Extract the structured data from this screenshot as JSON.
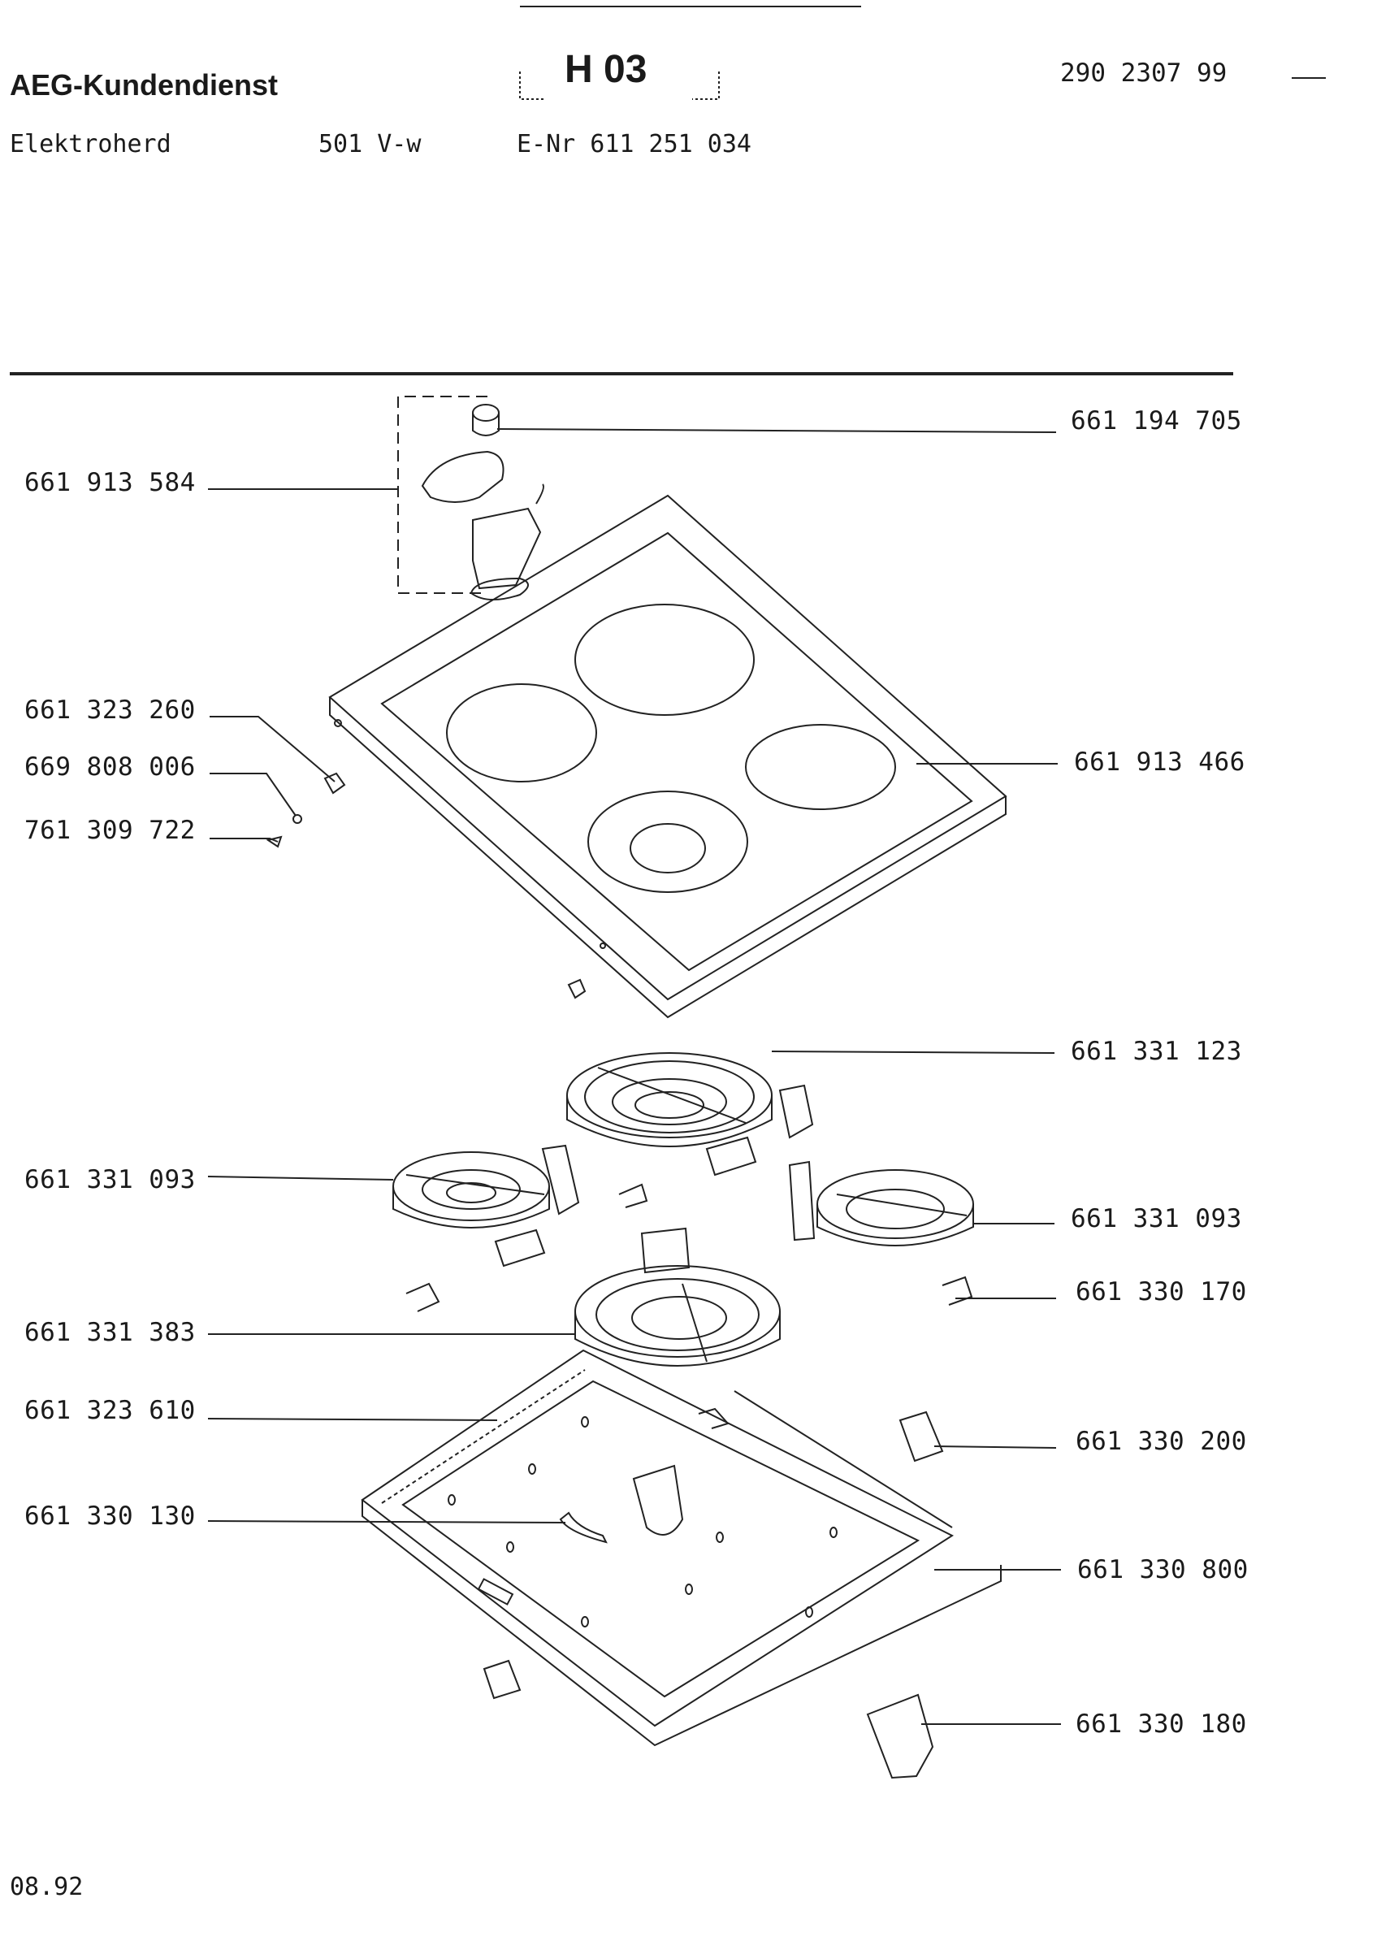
{
  "header": {
    "brand": "AEG-Kundendienst",
    "section_code": "H 03",
    "document_number": "290 2307 99",
    "product": "Elektroherd",
    "model": "501 V-w",
    "e_number": "E-Nr 611 251 034"
  },
  "footer": {
    "date": "08.92"
  },
  "parts": {
    "p661194705": "661 194 705",
    "p661913584": "661 913 584",
    "p661323260": "661 323 260",
    "p669808006": "669 808 006",
    "p761309722": "761 309 722",
    "p661913466": "661 913 466",
    "p661331123": "661 331 123",
    "p661331093_left": "661 331 093",
    "p661331093_right": "661 331 093",
    "p661330170": "661 330 170",
    "p661331383": "661 331 383",
    "p661323610": "661 323 610",
    "p661330200": "661 330 200",
    "p661330130": "661 330 130",
    "p661330800": "661 330 800",
    "p661330180": "661 330 180"
  }
}
